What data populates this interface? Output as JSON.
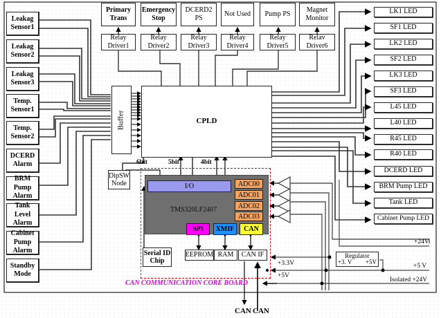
{
  "inputs": [
    {
      "label": "Leakag Sensor1"
    },
    {
      "label": "Leakag Sensor2"
    },
    {
      "label": "Leakag Sensor3"
    },
    {
      "label": "Temp. Sensor1"
    },
    {
      "label": "Temp. Sensor2"
    },
    {
      "label": "DCERD Alarm"
    },
    {
      "label": "BRM Pump Alarm"
    },
    {
      "label": "Tank Level Alarm"
    },
    {
      "label": "Cabinet Pump Alarm"
    },
    {
      "label": "Standby Mode"
    }
  ],
  "outputs_top": [
    {
      "label": "Primary Trans",
      "driver": "Relay Driver1"
    },
    {
      "label": "Emergency Stop",
      "driver": "Relay Driver2"
    },
    {
      "label": "DCERD2 PS",
      "driver": "Relay Driver3"
    },
    {
      "label": "Not Used",
      "driver": "Relay Driver4"
    },
    {
      "label": "Pump PS",
      "driver": "Relay Driver5"
    },
    {
      "label": "Magnet Monitor",
      "driver": "Relav Driver6"
    }
  ],
  "leds": [
    {
      "label": "LK1 LED"
    },
    {
      "label": "SF1 LED"
    },
    {
      "label": "LK2 LED"
    },
    {
      "label": "SF2 LED"
    },
    {
      "label": "LK3 LED"
    },
    {
      "label": "SF3 LED"
    },
    {
      "label": "L45 LED"
    },
    {
      "label": "L40 LED"
    },
    {
      "label": "R45 LED"
    },
    {
      "label": "R40 LED"
    },
    {
      "label": "DCERD LED"
    },
    {
      "label": "BRM Pump LED"
    },
    {
      "label": "Tank LED"
    },
    {
      "label": "Cabinet Pump LED"
    }
  ],
  "buffer": {
    "label": "Buffer"
  },
  "cpld": {
    "label": "CPLD"
  },
  "dipsw": {
    "label": "DipSW Node"
  },
  "bus_labels": {
    "bits6": "6bit",
    "bits5": "5bit",
    "bits4": "4bit"
  },
  "dsp": {
    "label": "TMS320LF2407",
    "io": "I/O",
    "adcs": [
      "ADC00",
      "ADC01",
      "ADC02",
      "ADC03"
    ],
    "spi": "SPI",
    "xmif": "XMIF",
    "can": "CAN"
  },
  "memory": {
    "eeprom": "EEPROM",
    "ram": "RAM",
    "canif": "CAN IF"
  },
  "serial_id": {
    "label": "Serial ID Chip"
  },
  "board_title": "CAN COMMUNICATION CORE BOARD",
  "power": {
    "regulator": "Regulator",
    "reg_out": "+3.  V",
    "reg_in": "+5V",
    "v33": "+3.3V",
    "v5": "+5V",
    "v24": "+24V",
    "v5rail": "+5  V",
    "iso24": "Isolated +24V"
  },
  "can_pins": [
    "CAN",
    "CAN"
  ],
  "colors": {
    "board_border": "#e00000",
    "board_title": "#e000e0",
    "chip": "#6f6f6f",
    "io": "#9999ee",
    "adc": "#f4a460",
    "spi": "#ff00ff",
    "xmif": "#1e90ff",
    "can": "#ffff33"
  }
}
